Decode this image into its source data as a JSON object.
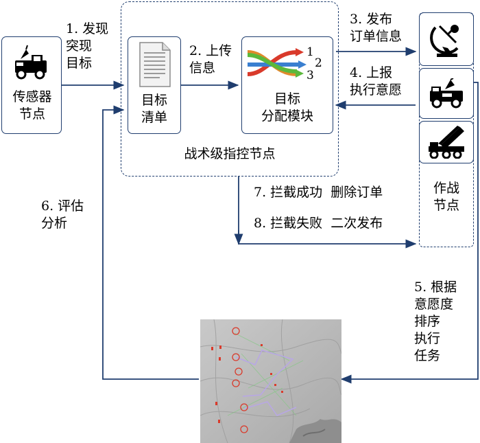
{
  "nodes": {
    "sensor": "传感器\n节点",
    "target_list": "目标\n清单",
    "allocation": "目标\n分配模块",
    "tactical": "战术级指控节点",
    "combat": "作战\n节点"
  },
  "allocation_icon_numbers": [
    "1",
    "2",
    "3"
  ],
  "arrows": {
    "step1": "1. 发现\n突现\n目标",
    "step2": "2. 上传\n信息",
    "step3": "3. 发布\n订单信息",
    "step4": "4. 上报\n执行意愿",
    "step5": "5. 根据\n意愿度\n排序\n执行\n任务",
    "step6": "6. 评估\n分析",
    "step7": "7. 拦截成功  删除订单",
    "step8": "8. 拦截失败  二次发布"
  },
  "icons": [
    "sensor-vehicle-icon",
    "document-icon",
    "allocation-arrows-icon",
    "radar-dish-icon",
    "radar-vehicle-icon",
    "missile-launcher-icon",
    "battlefield-map-image"
  ],
  "colors": {
    "line": "#1f3d6e",
    "red": "#d93a2b",
    "blue": "#3a7fd0",
    "green": "#5cb83c",
    "orange": "#e08a2c"
  }
}
